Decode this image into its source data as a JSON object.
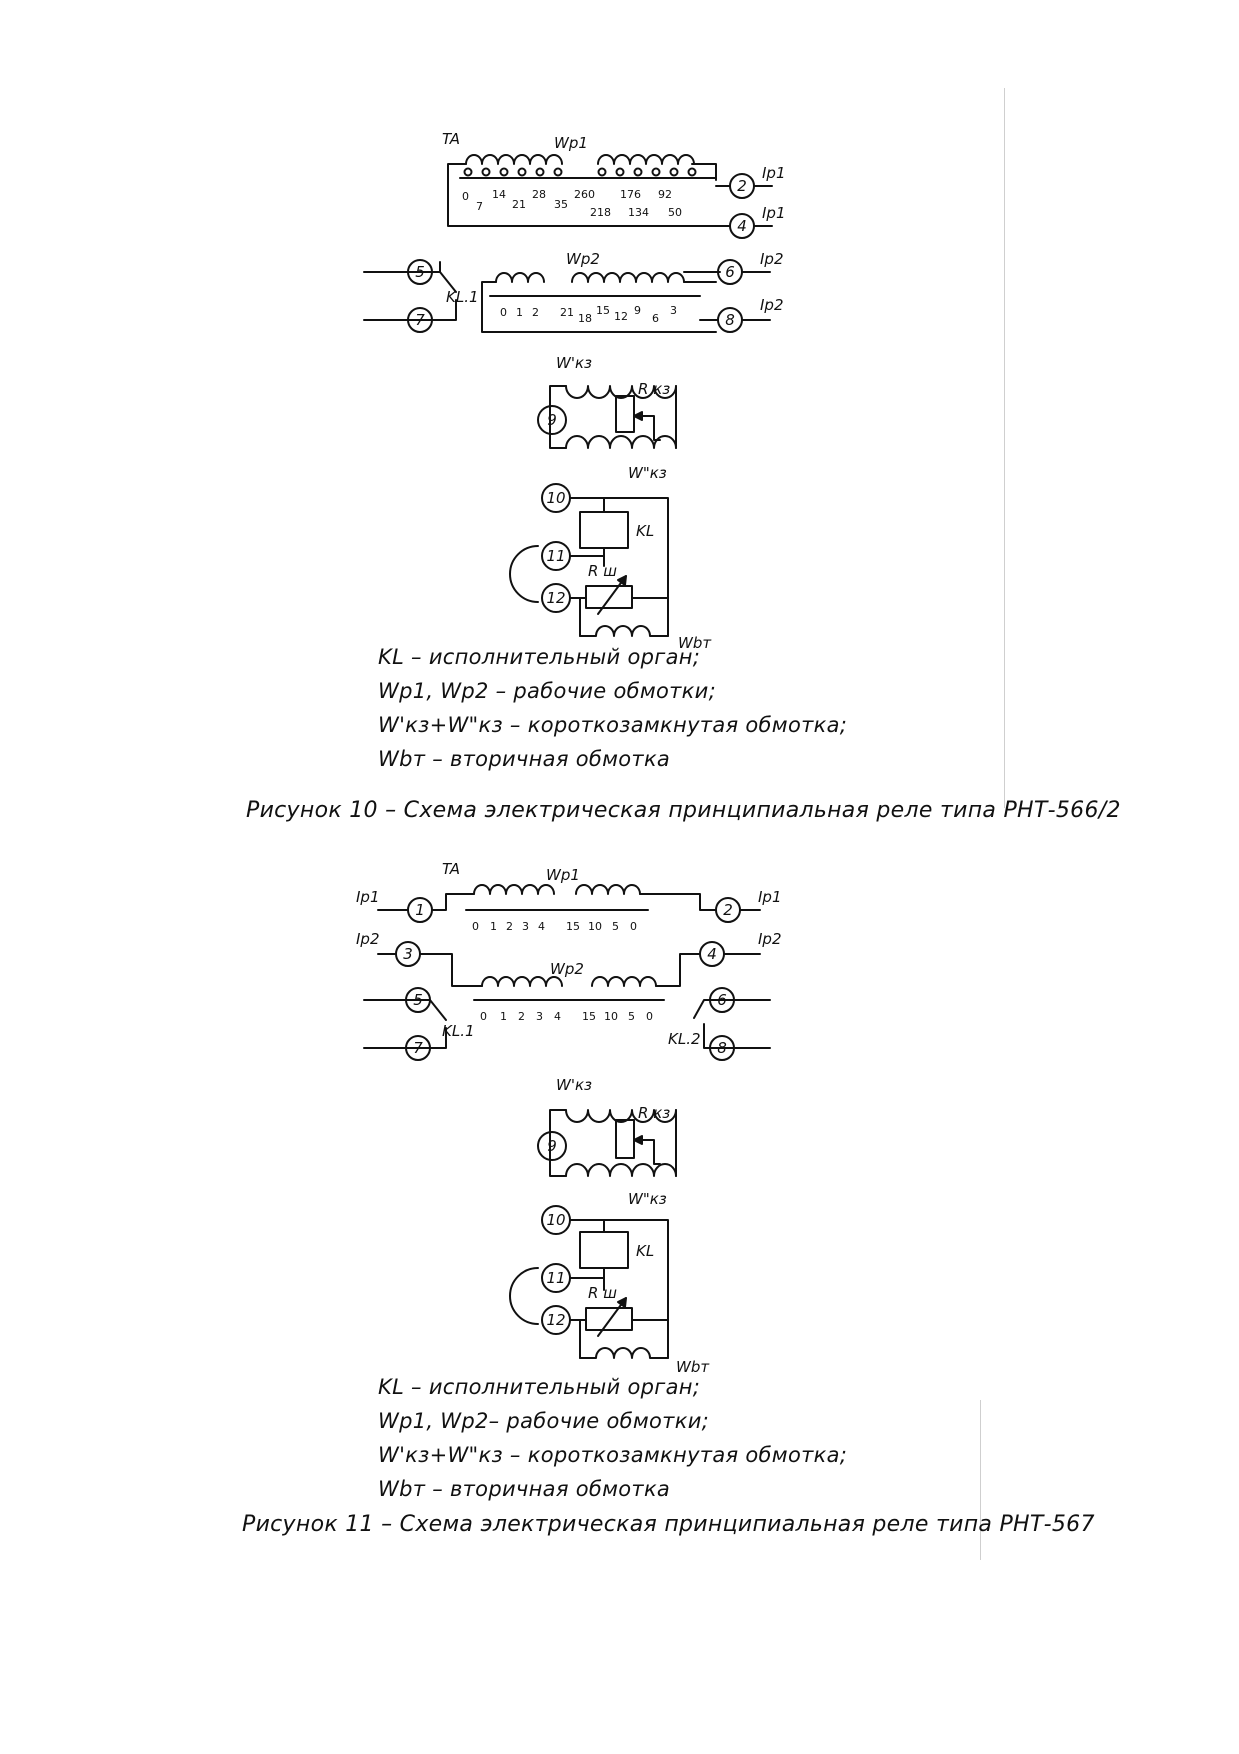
{
  "figure10": {
    "labels": {
      "ta": "TA",
      "wp1": "Wp1",
      "wp2": "Wp2",
      "ip1": "Ip1",
      "ip2": "Ip2",
      "kl1": "KL.1",
      "wkz1": "W'кз",
      "wkz2": "W\"кз",
      "rkz": "R кз",
      "kl": "KL",
      "rsh": "R ш",
      "wbt": "Wbт"
    },
    "wp1_taps_top": [
      "0",
      "14",
      "28",
      "260",
      "176",
      "92"
    ],
    "wp1_taps_bottom": [
      "7",
      "21",
      "35",
      "218",
      "134",
      "50"
    ],
    "wp2_taps": [
      "0",
      "1",
      "2",
      "21",
      "18",
      "15",
      "12",
      "9",
      "6",
      "3"
    ],
    "nodes": [
      "2",
      "4",
      "5",
      "6",
      "7",
      "8",
      "9",
      "10",
      "11",
      "12"
    ],
    "legend": [
      "KL – исполнительный орган;",
      "Wp1, Wp2 – рабочие обмотки;",
      "W'кз+W\"кз – короткозамкнутая обмотка;",
      "Wbт – вторичная обмотка"
    ],
    "caption": "Рисунок 10 – Схема электрическая принципиальная реле типа РНТ-566/2"
  },
  "figure11": {
    "labels": {
      "ta": "TA",
      "wp1": "Wp1",
      "wp2": "Wp2",
      "ip1": "Ip1",
      "ip2": "Ip2",
      "kl1": "KL.1",
      "kl2": "KL.2",
      "wkz1": "W'кз",
      "wkz2": "W\"кз",
      "rkz": "R кз",
      "kl": "KL",
      "rsh": "R ш",
      "wbt": "Wbт"
    },
    "wp1_taps": [
      "0",
      "1",
      "2",
      "3",
      "4",
      "15",
      "10",
      "5",
      "0"
    ],
    "wp2_taps": [
      "0",
      "1",
      "2",
      "3",
      "4",
      "15",
      "10",
      "5",
      "0"
    ],
    "nodes": [
      "1",
      "2",
      "3",
      "4",
      "5",
      "6",
      "7",
      "8",
      "9",
      "10",
      "11",
      "12"
    ],
    "legend": [
      "KL – исполнительный орган;",
      "Wp1, Wp2– рабочие обмотки;",
      "W'кз+W\"кз – короткозамкнутая обмотка;",
      "Wbт – вторичная обмотка"
    ],
    "caption": "Рисунок 11 – Схема электрическая принципиальная реле типа РНТ-567"
  }
}
